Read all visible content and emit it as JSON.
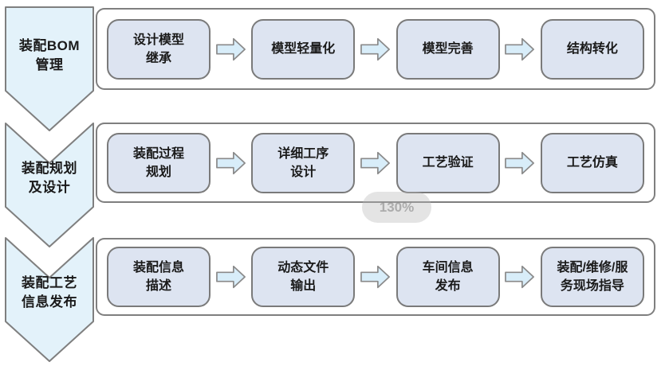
{
  "diagram": {
    "stages": [
      {
        "label": "装配BOM\n管理",
        "steps": [
          "设计模型\n继承",
          "模型轻量化",
          "模型完善",
          "结构转化"
        ]
      },
      {
        "label": "装配规划\n及设计",
        "steps": [
          "装配过程\n规划",
          "详细工序\n设计",
          "工艺验证",
          "工艺仿真"
        ]
      },
      {
        "label": "装配工艺\n信息发布",
        "steps": [
          "装配信息\n描述",
          "动态文件\n输出",
          "车间信息\n发布",
          "装配/维修/服\n务现场指导"
        ]
      }
    ],
    "colors": {
      "chevron_fill": "#e3f2fa",
      "box_fill": "#dde4f1",
      "arrow_fill": "#d8edf9",
      "border_gray": "#7f7f7f"
    },
    "overlay": {
      "zoom_badge": "130%"
    }
  }
}
